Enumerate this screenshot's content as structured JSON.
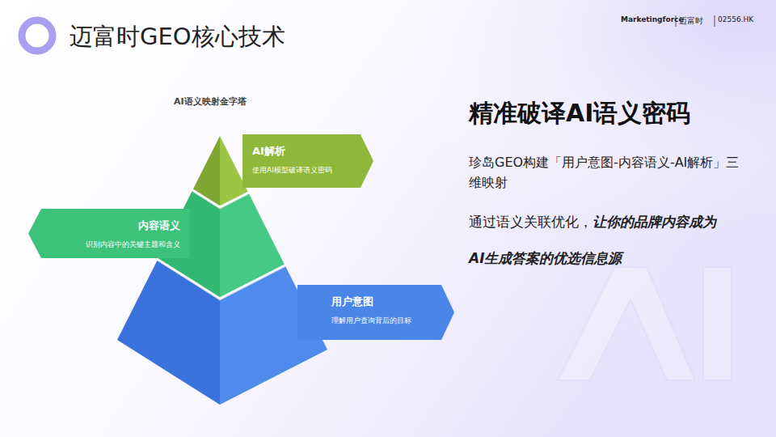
{
  "diagram": {
    "title": "迈富时GEO核心技术",
    "nodes": [
      {
        "text": [
          "AI解析",
          "使用AI模型破译语义密码"
        ]
      },
      {
        "text": [
          "内容语义",
          "识别内容中的关键主题和含义"
        ]
      },
      {
        "text": [
          "用户意图",
          "理解用户查询背后的目标"
        ]
      }
    ],
    "labels": [
      "Marketingforce",
      "迈富时",
      "02556.HK",
      "AI语义映射金字塔",
      "精准破译AI语义密码",
      "珍岛GEO构建「用户意图-内容语义-AI解析」三维映射",
      "通过语义关联优化，",
      "让你的品牌内容成为 AI生成答案的优选信息源"
    ]
  }
}
